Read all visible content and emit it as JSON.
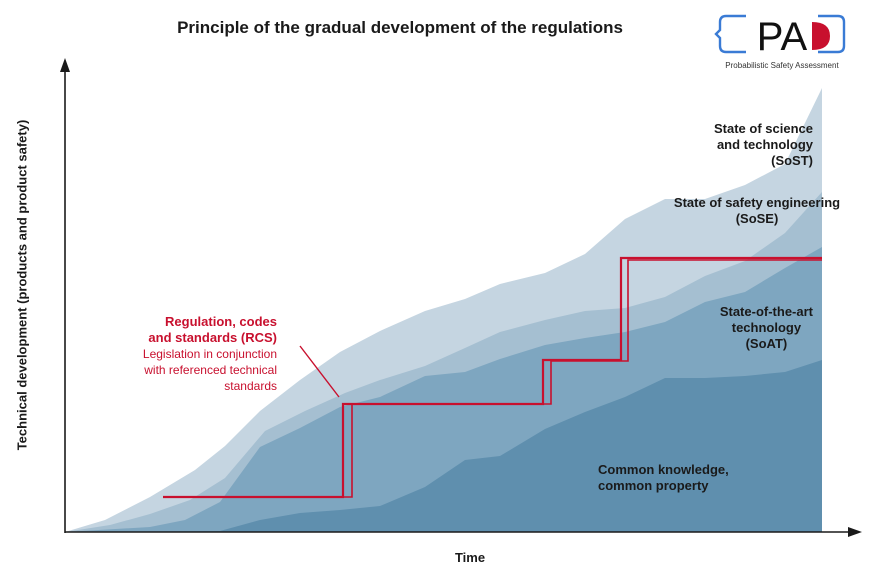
{
  "header": {
    "title": "Principle of the gradual development of the regulations"
  },
  "logo": {
    "text": "PA",
    "subtitle": "Probabilistic Safety Assessment",
    "colors": {
      "bracket": "#3a7bd5",
      "accent": "#c8102e",
      "text": "#111111"
    }
  },
  "axes": {
    "x_label": "Time",
    "y_label": "Technical development (products and product safety)"
  },
  "layers": [
    {
      "name": "State of science\nand technology\n(SoST)",
      "color": "#c5d5e1"
    },
    {
      "name": "State of safety engineering\n(SoSE)",
      "color": "#a5bfd1"
    },
    {
      "name": "State-of-the-art\ntechnology\n(SoAT)",
      "color": "#7ea6c0"
    },
    {
      "name": "Common knowledge,\ncommon property",
      "color": "#5f8fae"
    }
  ],
  "regulation": {
    "title": "Regulation, codes\nand standards (RCS)",
    "description": "Legislation in conjunction\nwith referenced technical\nstandards",
    "color": "#c8102e"
  }
}
